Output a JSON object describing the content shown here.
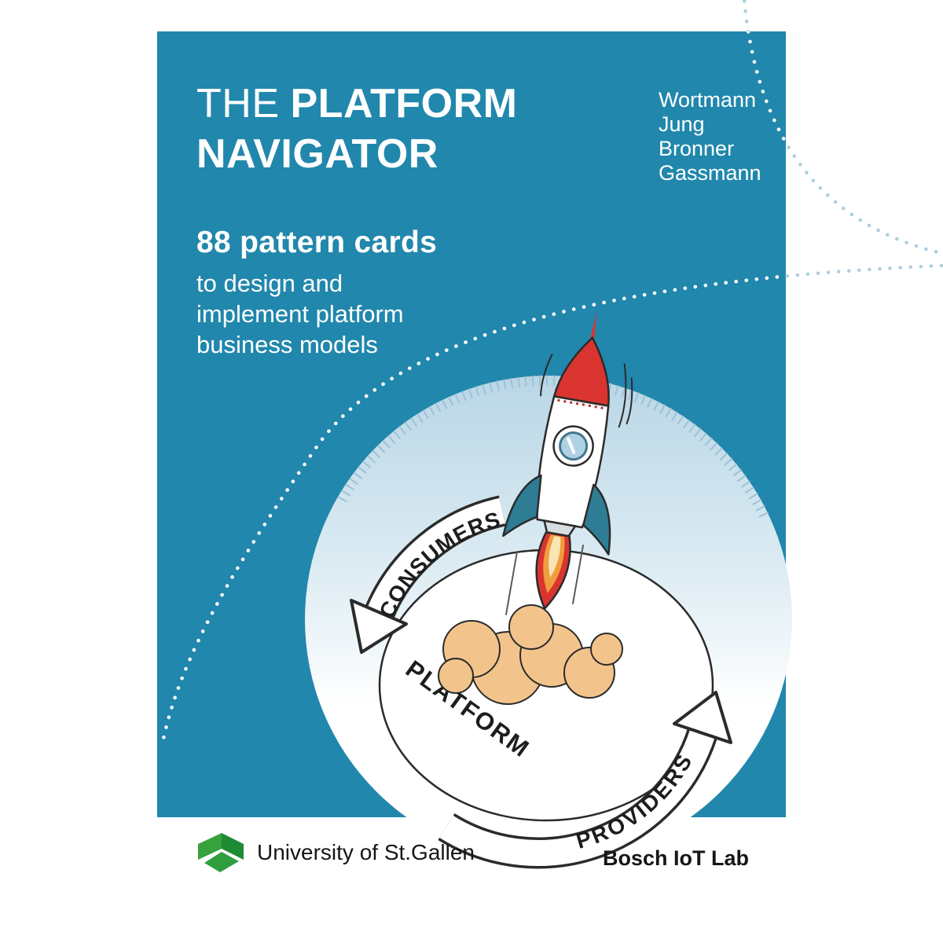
{
  "cover": {
    "title_prefix": "THE",
    "title_word": "PLATFORM",
    "title_line2": "NAVIGATOR",
    "authors": [
      "Wortmann",
      "Jung",
      "Bronner",
      "Gassmann"
    ],
    "headline": "88 pattern cards",
    "tagline_lines": [
      "to design and",
      "implement platform",
      "business models"
    ]
  },
  "diagram": {
    "consumers": "CONSUMERS",
    "platform": "PLATFORM",
    "providers": "PROVIDERS",
    "illustration": "rocket launching from platform circle with exhaust clouds"
  },
  "footer": {
    "university": "University of St.Gallen",
    "lab": "Bosch IoT Lab"
  },
  "colors": {
    "panel_blue": "#2187ac",
    "rocket_red": "#d9342f",
    "fin_teal": "#2e7d95",
    "cloud_tan": "#f2c48c",
    "logo_green": "#2f9e3f",
    "dot_light": "#aecedd",
    "circle_top": "#b9d6e6"
  }
}
